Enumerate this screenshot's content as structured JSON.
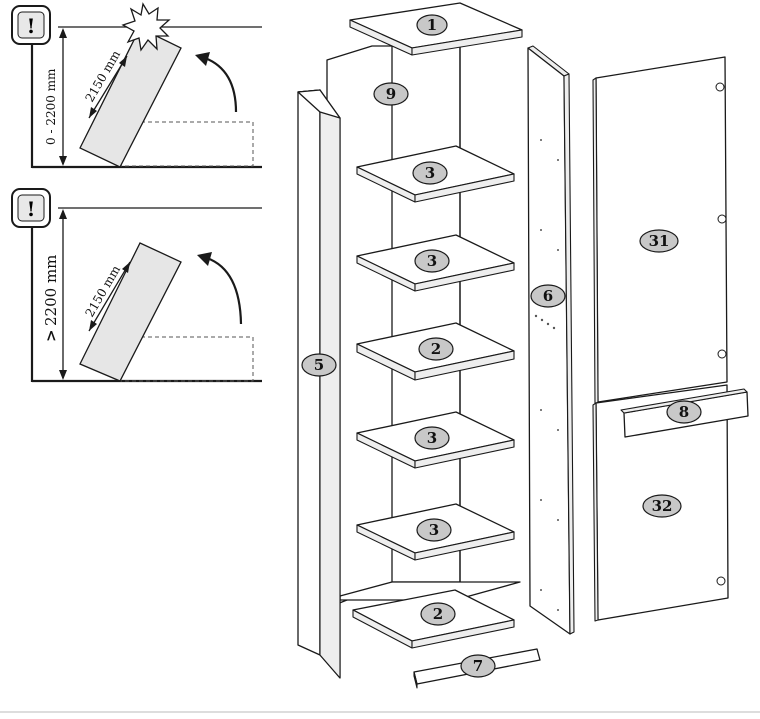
{
  "figure": {
    "warning_symbol": "!",
    "dimensions": {
      "ceiling_range": "0 - 2200 mm",
      "ceiling_min": "2200 mm",
      "ceiling_min_symbol": ">",
      "tilt_length": "2150 mm"
    },
    "parts": [
      {
        "id": "top-board",
        "label": "1"
      },
      {
        "id": "back-panel",
        "label": "9"
      },
      {
        "id": "shelf-a",
        "label": "3"
      },
      {
        "id": "shelf-b",
        "label": "3"
      },
      {
        "id": "fixed-shelf",
        "label": "2"
      },
      {
        "id": "shelf-c",
        "label": "3"
      },
      {
        "id": "shelf-d",
        "label": "3"
      },
      {
        "id": "bottom-board",
        "label": "2"
      },
      {
        "id": "plinth",
        "label": "7"
      },
      {
        "id": "left-side",
        "label": "5"
      },
      {
        "id": "right-side",
        "label": "6"
      },
      {
        "id": "upper-door",
        "label": "31"
      },
      {
        "id": "rail",
        "label": "8"
      },
      {
        "id": "lower-door",
        "label": "32"
      }
    ]
  }
}
